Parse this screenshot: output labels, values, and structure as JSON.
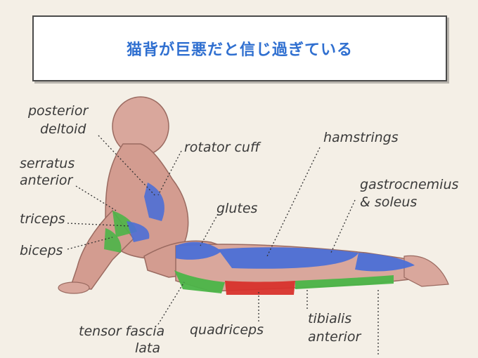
{
  "title": "猫背が巨悪だと信じ過ぎている",
  "labels": {
    "posterior": "posterior",
    "deltoid": "deltoid",
    "serratus": "serratus",
    "anterior1": "anterior",
    "triceps": "triceps",
    "biceps": "biceps",
    "rotator_cuff": "rotator cuff",
    "hamstrings": "hamstrings",
    "gastrocnemius": "gastrocnemius",
    "soleus": "& soleus",
    "glutes": "glutes",
    "tensor": "tensor fascia",
    "lata": "lata",
    "quadriceps": "quadriceps",
    "tibialis": "tibialis",
    "anterior2": "anterior"
  },
  "colors": {
    "title": "#2f6fd0",
    "muscle_blue": "#4c6fd6",
    "muscle_green": "#4bb548",
    "muscle_red": "#d8312c",
    "skin": "#d9a79c"
  }
}
